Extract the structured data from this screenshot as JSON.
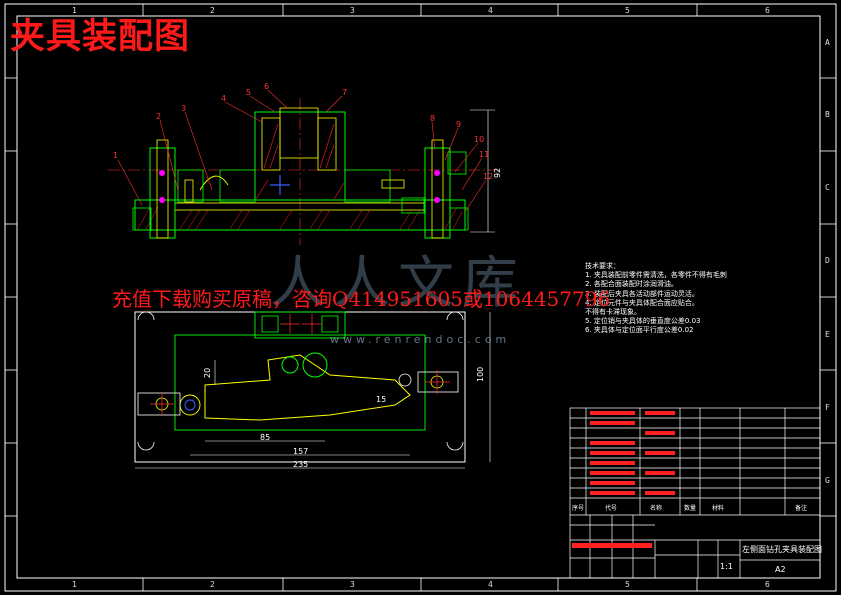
{
  "title": "夹具装配图",
  "banner": "充值下载购买原稿，咨询Q414951605或1064457796",
  "watermark": {
    "chinese": "人人文库",
    "url": "www.renrendoc.com"
  },
  "zones": {
    "columns": [
      "1",
      "2",
      "3",
      "4",
      "5",
      "6"
    ],
    "rows": [
      "A",
      "B",
      "C",
      "D",
      "E",
      "F",
      "G"
    ]
  },
  "part_numbers": [
    "1",
    "2",
    "3",
    "4",
    "5",
    "6",
    "7",
    "8",
    "9",
    "10",
    "11",
    "12"
  ],
  "dimensions": {
    "width_85": "85",
    "width_157": "157",
    "width_235": "235",
    "height_100": "100",
    "height_92": "92",
    "height_20": "20",
    "angle_15": "15"
  },
  "technical_requirements": {
    "heading": "技术要求：",
    "items": [
      "1. 夹具装配前零件需清洗，各零件不得有毛刺",
      "2. 各配合面装配时涂润滑油。",
      "3. 装配后夹具各活动部件运动灵活。",
      "4. 定位元件与夹具体配合面应贴合。",
      "不得有卡滞现象。",
      "5. 定位销与夹具体的垂直度公差0.03",
      "6. 夹具体与定位面平行度公差0.02"
    ]
  },
  "title_block": {
    "drawing_name": "左侧面钻孔夹具装配图",
    "scale": "1:1",
    "sheet": "A2",
    "header_row": [
      "序号",
      "代号",
      "名称",
      "数量",
      "材料",
      "备注"
    ],
    "label_count": "1"
  },
  "colors": {
    "background": "#000000",
    "title_red": "#ff1a1a",
    "part_green": "#00ff00",
    "part_yellow": "#ffff00",
    "center_red": "#ff3030",
    "dim_white": "#ffffff",
    "hatch_red": "#ff2020",
    "cyan": "#00ffff",
    "magenta": "#ff00ff"
  }
}
